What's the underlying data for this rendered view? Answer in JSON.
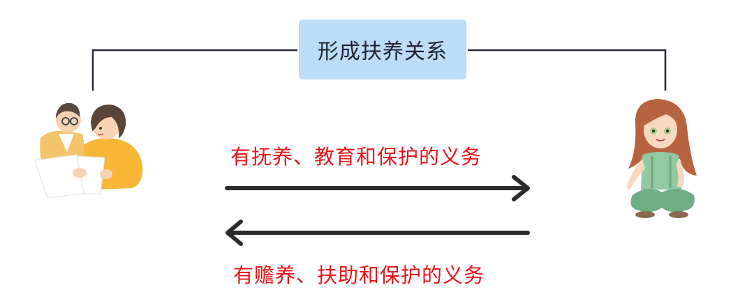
{
  "title": "形成扶养关系",
  "upper_label": "有抚养、教育和保护的义务",
  "lower_label": "有赡养、扶助和保护的义务",
  "colors": {
    "title_box": "#bcdcf8",
    "label_text": "#e8141a",
    "arrow": "#2b2b2b",
    "connector": "#232838"
  },
  "icons": {
    "left": "elderly-couple-illustration",
    "right": "girl-sitting-illustration"
  }
}
